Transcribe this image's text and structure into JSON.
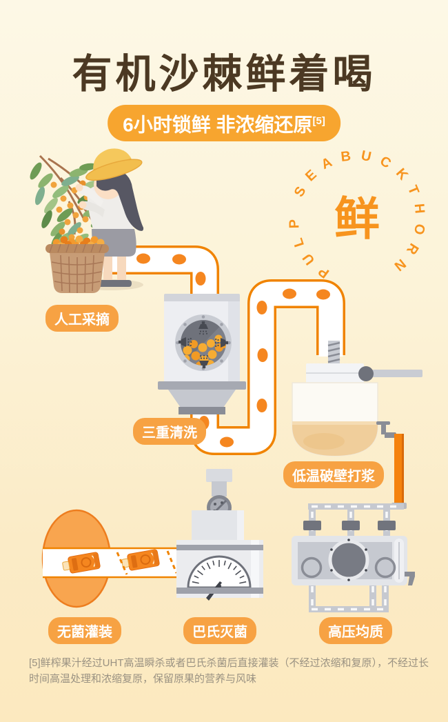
{
  "page": {
    "title": "有机沙棘鲜着喝"
  },
  "badge": {
    "text": "6小时锁鲜 非浓缩还原",
    "superscript": "[5]"
  },
  "stamp": {
    "arc_text": "PULP SEABUCKTHORN",
    "center_char": "鲜"
  },
  "process_steps": [
    {
      "label": "人工采摘"
    },
    {
      "label": "三重清洗"
    },
    {
      "label": "低温破壁打浆"
    },
    {
      "label": "无菌灌装"
    },
    {
      "label": "巴氏灭菌"
    },
    {
      "label": "高压均质"
    }
  ],
  "footnote": "[5]鲜榨果汁经过UHT高温瞬杀或者巴氏杀菌后直接灌装（不经过浓缩和复原），不经过长时间高温处理和浓缩复原，保留原果的营养与风味",
  "colors": {
    "title_brown": "#4C3923",
    "badge_orange": "#F7A52F",
    "label_orange": "#F7A243",
    "stamp_orange": "#F7941E",
    "conveyor_border": "#F08300",
    "berry_orange": "#F5861F"
  }
}
